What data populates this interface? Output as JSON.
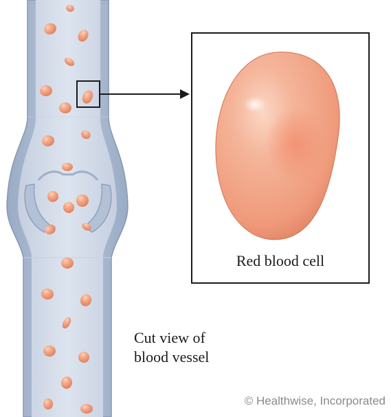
{
  "inset": {
    "caption": "Red blood cell"
  },
  "vessel": {
    "caption_lines": [
      "Cut view of",
      "blood vessel"
    ]
  },
  "credit": "© Healthwise, Incorporated",
  "colors": {
    "vessel_wall": "#a9b8cf",
    "vessel_lumen": "#d3dbe9",
    "cell": "#f0926f",
    "cell_highlight": "#fbd2bd",
    "frame": "#1a1a1a"
  },
  "icons": [
    "red-blood-cell-icon",
    "arrow-right-icon"
  ]
}
